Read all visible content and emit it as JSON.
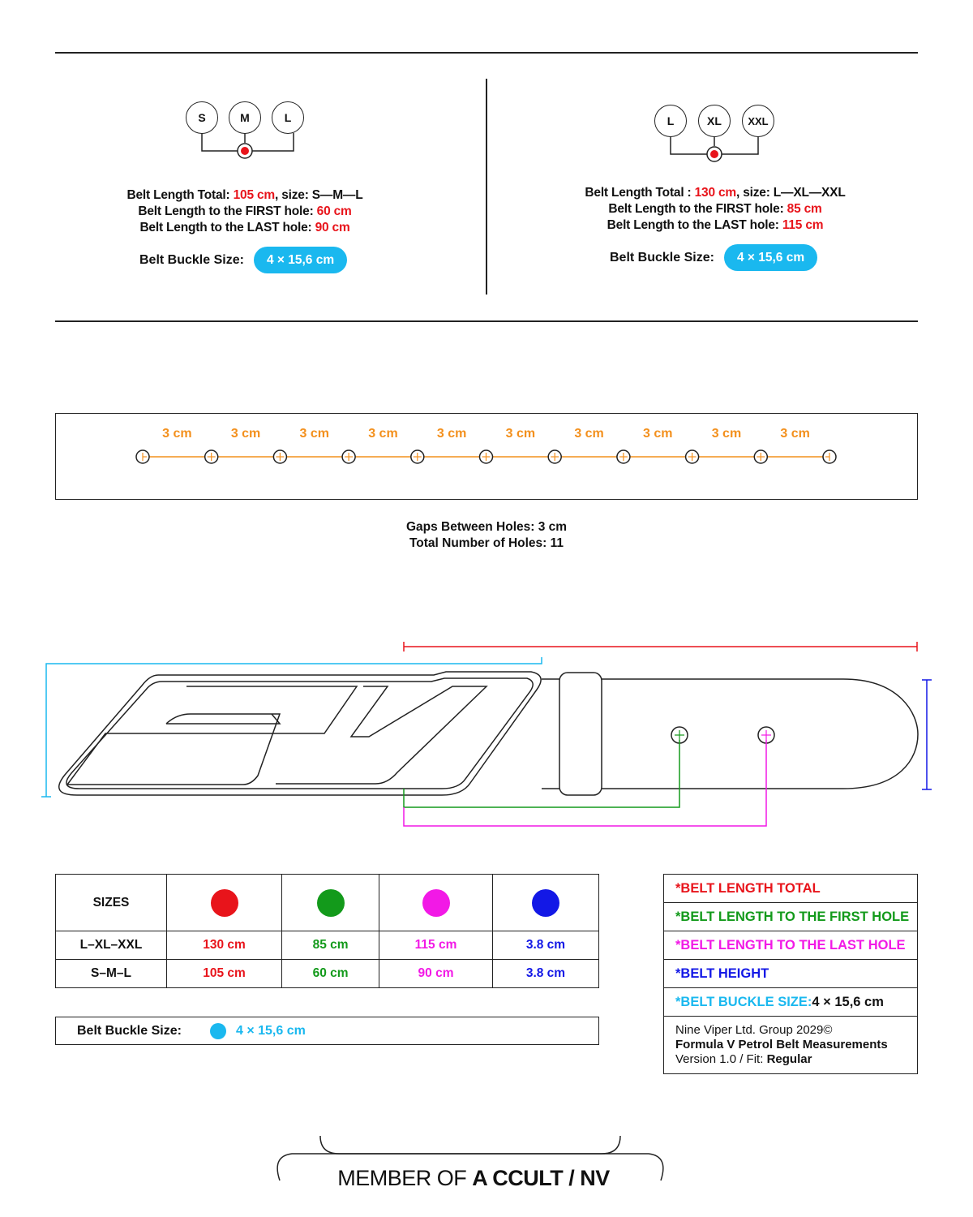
{
  "left_panel": {
    "sizes": [
      "S",
      "M",
      "L"
    ],
    "line1_label": "Belt Length Total: ",
    "line1_value": "105 cm",
    "line1_suffix": ", size: S—M—L",
    "line2_label": "Belt Length to the FIRST hole: ",
    "line2_value": "60 cm",
    "line3_label": "Belt Length to the LAST hole: ",
    "line3_value": "90 cm",
    "buckle_label": "Belt Buckle Size:",
    "buckle_value": "4 × 15,6 cm"
  },
  "right_panel": {
    "sizes": [
      "L",
      "XL",
      "XXL"
    ],
    "line1_label": "Belt Length Total : ",
    "line1_value": "130 cm",
    "line1_suffix": ", size: L—XL—XXL",
    "line2_label": "Belt Length to the FIRST hole: ",
    "line2_value": "85 cm",
    "line3_label": "Belt Length to the LAST hole: ",
    "line3_value": "115 cm",
    "buckle_label": "Belt Buckle Size:",
    "buckle_value": "4 × 15,6 cm"
  },
  "holes": {
    "count": 11,
    "gap_labels": [
      "3 cm",
      "3 cm",
      "3 cm",
      "3 cm",
      "3 cm",
      "3 cm",
      "3 cm",
      "3 cm",
      "3 cm",
      "3 cm"
    ],
    "summary_line1": "Gaps Between Holes: 3 cm",
    "summary_line2": "Total Number of Holes: 11"
  },
  "colors": {
    "total": "#e8141b",
    "first_hole": "#139a1b",
    "last_hole": "#f219e6",
    "height": "#1318e6",
    "buckle": "#1ab8ef",
    "gap": "#f3901d"
  },
  "table": {
    "header": "SIZES",
    "rows": [
      {
        "size": "L–XL–XXL",
        "total": "130 cm",
        "first": "85 cm",
        "last": "115 cm",
        "height": "3.8 cm"
      },
      {
        "size": "S–M–L",
        "total": "105 cm",
        "first": "60 cm",
        "last": "90 cm",
        "height": "3.8 cm"
      }
    ],
    "buckle_label": "Belt Buckle Size:",
    "buckle_value": "4 × 15,6 cm"
  },
  "legend": {
    "total": "*BELT LENGTH TOTAL",
    "first": "*BELT LENGTH TO THE FIRST HOLE",
    "last": "*BELT LENGTH TO THE LAST HOLE",
    "height": "*BELT HEIGHT",
    "buckle_label": "*BELT BUCKLE SIZE: ",
    "buckle_value": "4 × 15,6 cm",
    "company": "Nine Viper Ltd. Group 2029©",
    "product": "Formula V Petrol Belt Measurements",
    "version": "Version 1.0 / Fit: ",
    "fit": "Regular"
  },
  "footer": {
    "prefix": "MEMBER OF ",
    "brand": "A CCULT / NV"
  }
}
